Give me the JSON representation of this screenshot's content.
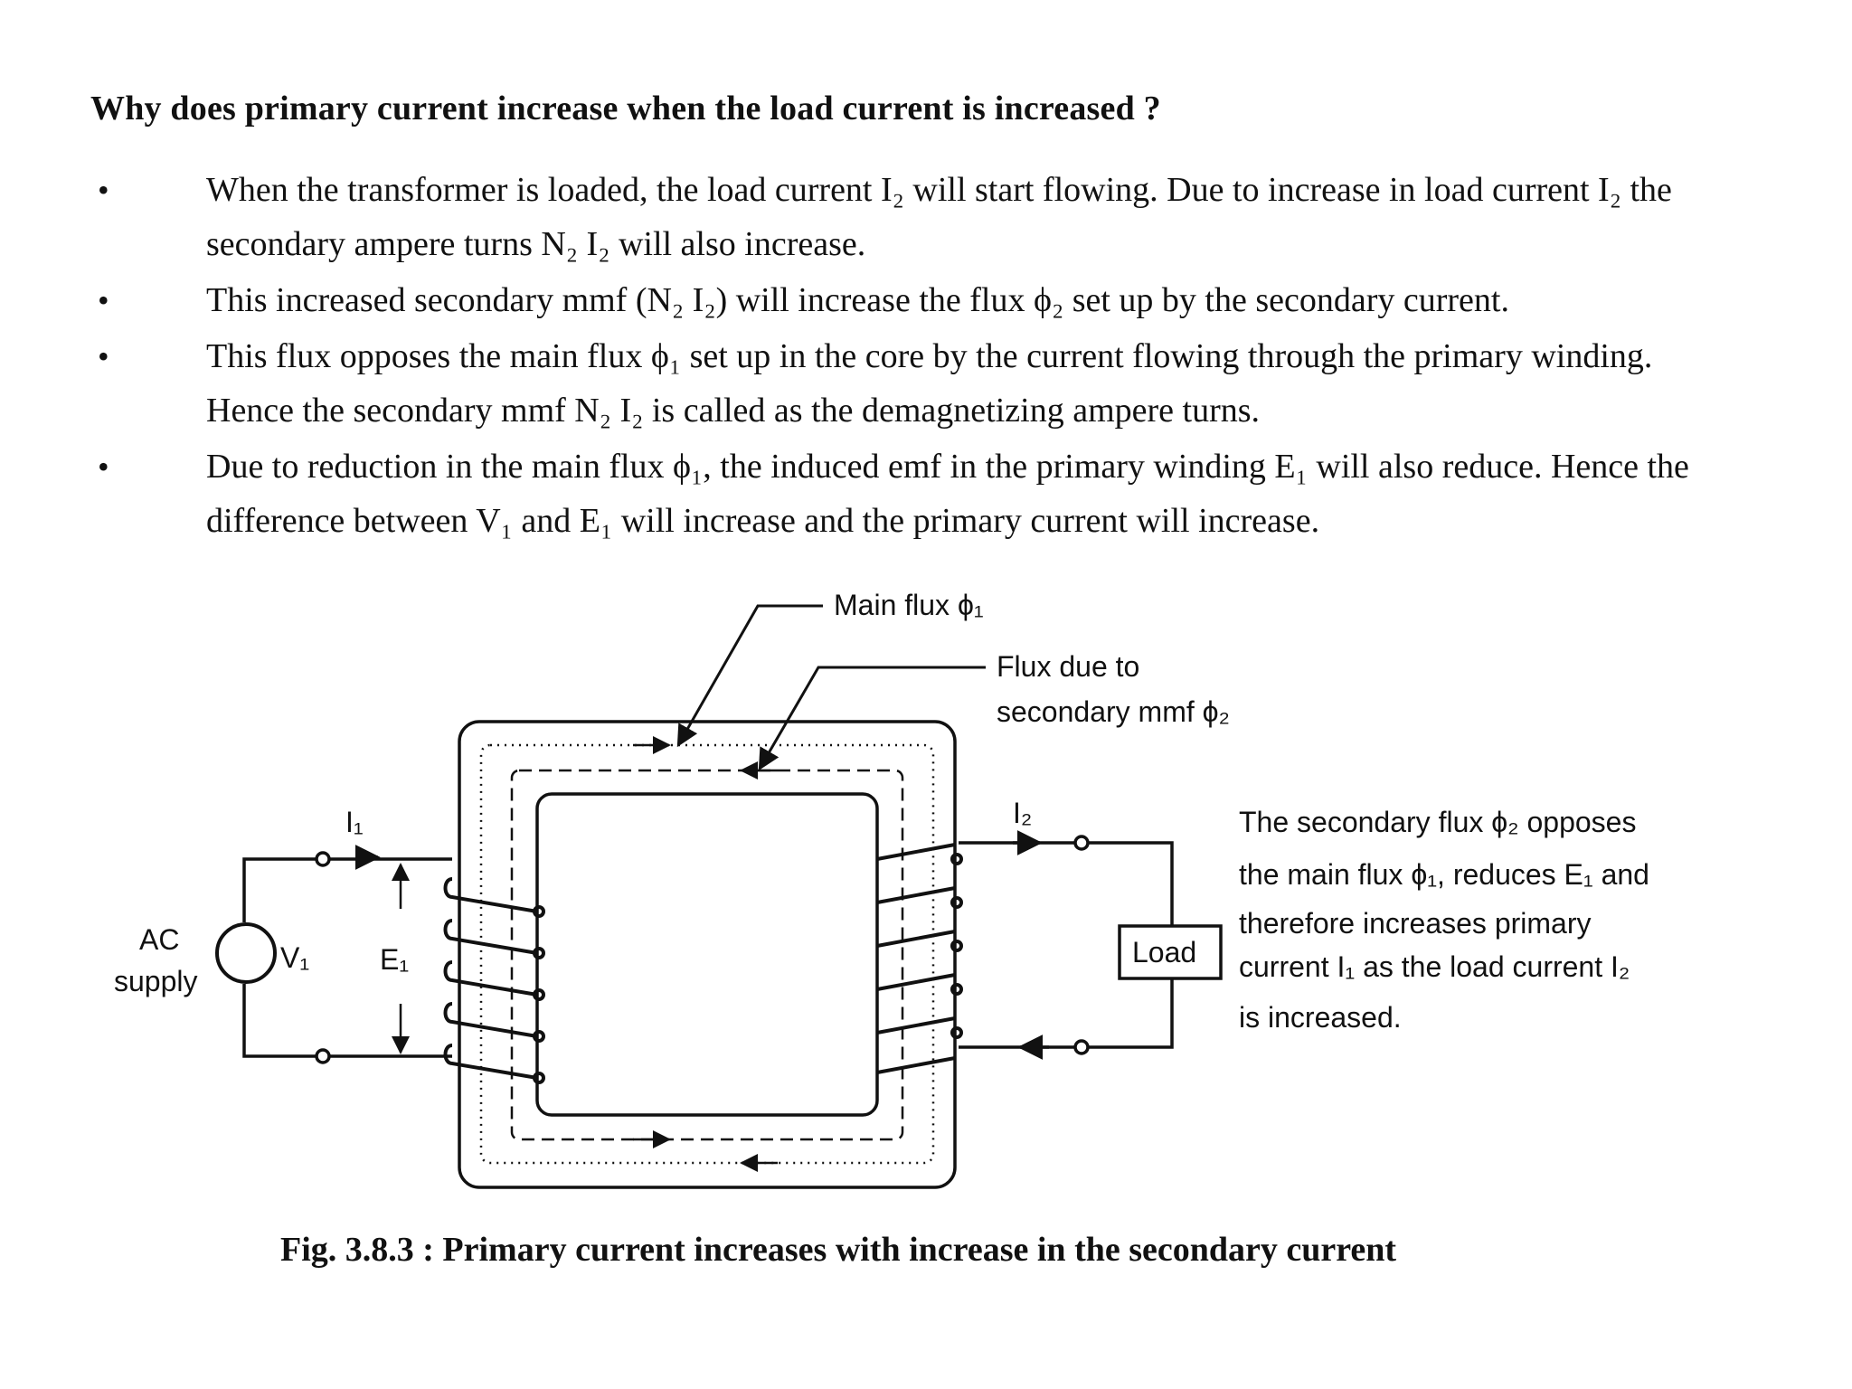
{
  "heading": "Why does primary current increase when the load current is increased ?",
  "bullet_symbol": "•",
  "bullets": [
    "When the transformer is loaded, the load current I₂ will start flowing. Due to increase in load current I₂ the secondary ampere turns N₂ I₂ will also increase.",
    "This increased secondary mmf (N₂ I₂) will increase the flux ϕ₂ set up by the secondary current.",
    "This flux opposes the main flux ϕ₁ set up in the core by the current flowing through the primary winding. Hence the secondary mmf N₂ I₂ is called as the demagnetizing ampere turns.",
    "Due to reduction in the main flux ϕ₁, the induced emf in the primary winding E₁ will also reduce. Hence the difference between V₁ and E₁ will increase and the primary current will increase."
  ],
  "diagram": {
    "main_flux": "Main flux ϕ₁",
    "flux_due_line1": "Flux due to",
    "flux_due_line2": "secondary mmf ϕ₂",
    "i1": "I₁",
    "i2": "I₂",
    "ac_line1": "AC",
    "ac_line2": "supply",
    "v1": "V₁",
    "e1": "E₁",
    "load": "Load",
    "note": [
      "The secondary flux ϕ₂ opposes",
      "the main flux ϕ₁, reduces E₁ and",
      "therefore increases primary",
      "current I₁ as the load current I₂",
      "is increased."
    ]
  },
  "caption": "Fig. 3.8.3 : Primary current increases with increase in the secondary current"
}
